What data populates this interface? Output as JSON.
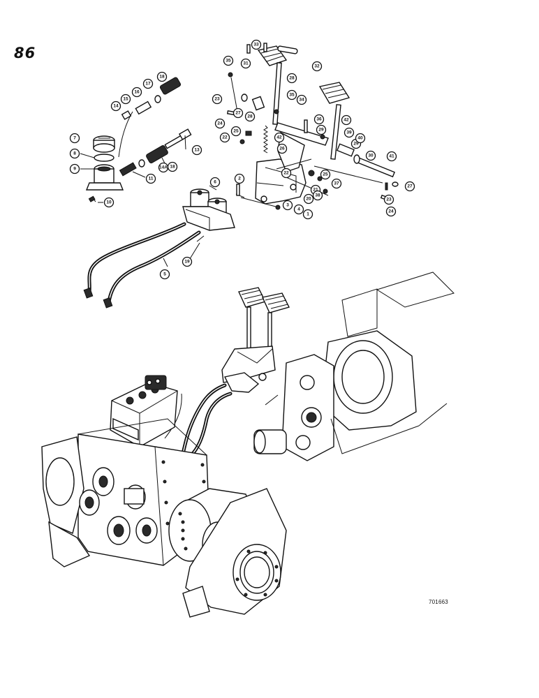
{
  "page": {
    "number": "86",
    "drawing_id": "701663"
  },
  "callouts": [
    {
      "n": "1"
    },
    {
      "n": "2"
    },
    {
      "n": "3"
    },
    {
      "n": "4"
    },
    {
      "n": "5"
    },
    {
      "n": "6"
    },
    {
      "n": "7"
    },
    {
      "n": "8"
    },
    {
      "n": "9"
    },
    {
      "n": "10"
    },
    {
      "n": "11"
    },
    {
      "n": "13"
    },
    {
      "n": "14"
    },
    {
      "n": "14A"
    },
    {
      "n": "15"
    },
    {
      "n": "16"
    },
    {
      "n": "17"
    },
    {
      "n": "18"
    },
    {
      "n": "18"
    },
    {
      "n": "19"
    },
    {
      "n": "20"
    },
    {
      "n": "21"
    },
    {
      "n": "22"
    },
    {
      "n": "22"
    },
    {
      "n": "23"
    },
    {
      "n": "23"
    },
    {
      "n": "24"
    },
    {
      "n": "24"
    },
    {
      "n": "25"
    },
    {
      "n": "25"
    },
    {
      "n": "26"
    },
    {
      "n": "27"
    },
    {
      "n": "27"
    },
    {
      "n": "28"
    },
    {
      "n": "28"
    },
    {
      "n": "29"
    },
    {
      "n": "30"
    },
    {
      "n": "31"
    },
    {
      "n": "32"
    },
    {
      "n": "33"
    },
    {
      "n": "34"
    },
    {
      "n": "35"
    },
    {
      "n": "35"
    },
    {
      "n": "36"
    },
    {
      "n": "37"
    },
    {
      "n": "38"
    },
    {
      "n": "39"
    },
    {
      "n": "40"
    },
    {
      "n": "41"
    },
    {
      "n": "42"
    },
    {
      "n": "42"
    },
    {
      "n": "29"
    }
  ]
}
